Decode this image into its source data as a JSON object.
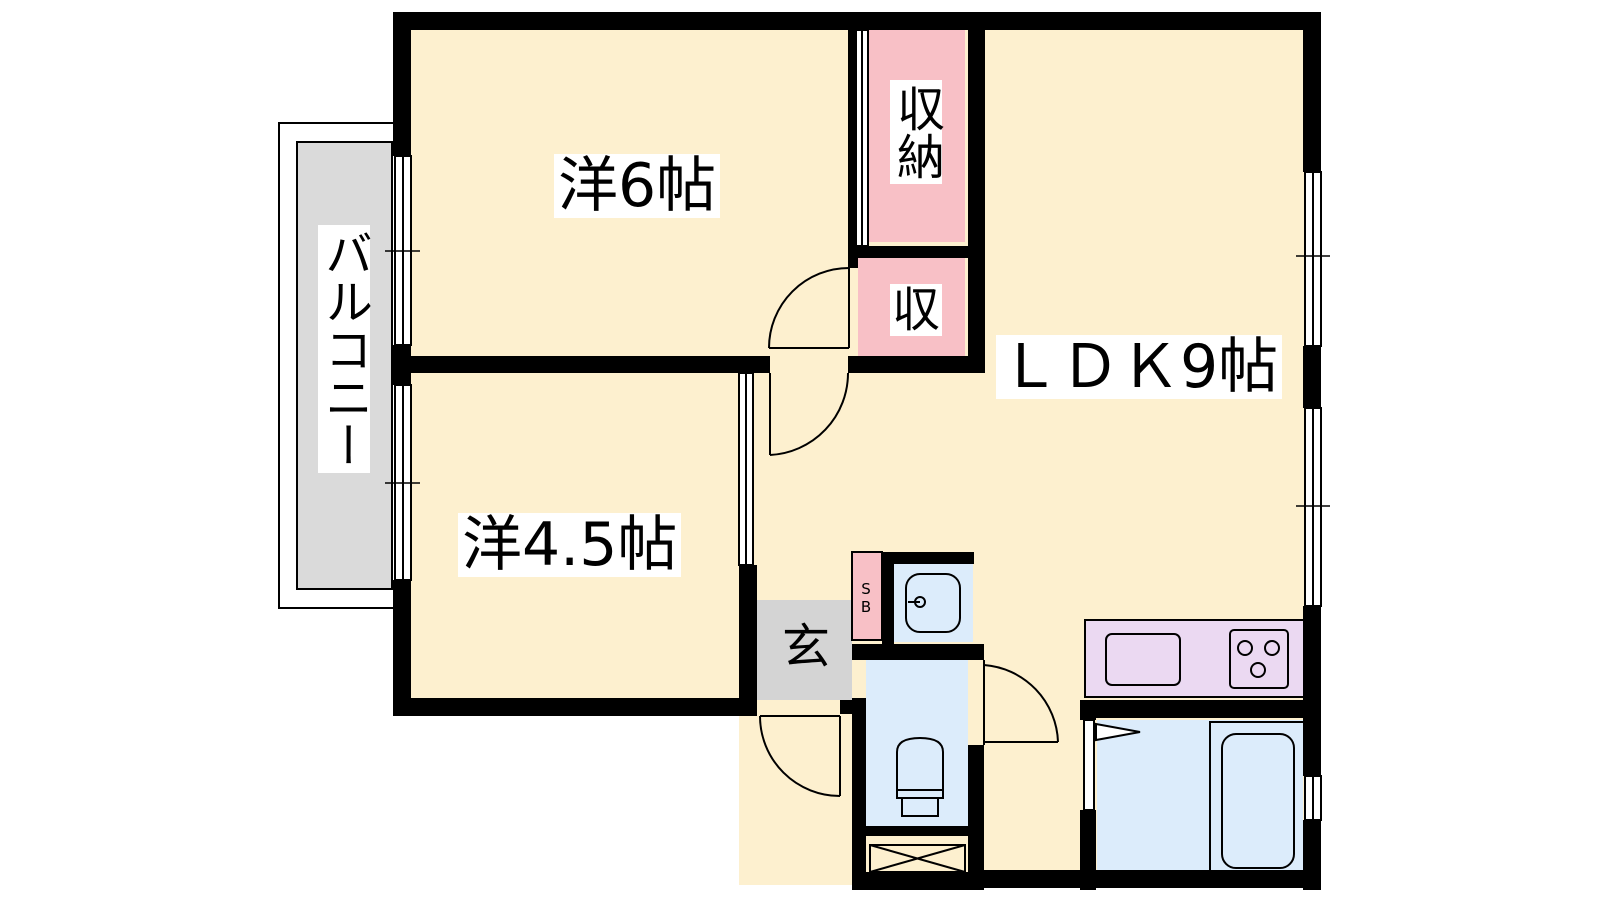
{
  "colors": {
    "room": "#fdf0cf",
    "storage": "#f8c0c6",
    "wet": "#dcecfb",
    "entrance": "#d4d4d4",
    "balcony": "#dadada",
    "kitchen": "#ebd9f2",
    "wall": "#000000"
  },
  "rooms": {
    "western_6": "洋6帖",
    "western_45": "洋4.5帖",
    "ldk": "ＬＤＫ9帖",
    "closet": "収納",
    "storage": "収",
    "entrance": "玄",
    "shoebox": "SB",
    "balcony": "バルコニー"
  },
  "icons": {
    "sink": "sink-icon",
    "stove": "stove-icon",
    "toilet": "toilet-icon",
    "washbasin": "washbasin-icon",
    "bathtub": "bathtub-icon",
    "door": "door-swing-icon",
    "window": "window-icon",
    "storage_box": "storage-box-icon"
  }
}
